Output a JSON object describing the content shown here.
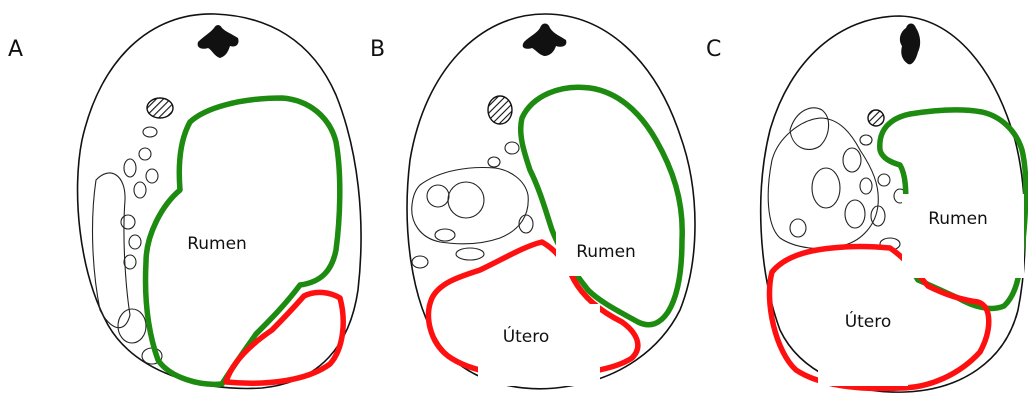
{
  "panels": [
    {
      "letter": "A",
      "labels": {
        "rumen": "Rumen",
        "utero": ""
      }
    },
    {
      "letter": "B",
      "labels": {
        "rumen": "Rumen",
        "utero": "Útero"
      }
    },
    {
      "letter": "C",
      "labels": {
        "rumen": "Rumen",
        "utero": "Útero"
      }
    }
  ],
  "colors": {
    "rumen": "#1d8a10",
    "utero": "#ff1010",
    "outline": "#111111"
  }
}
